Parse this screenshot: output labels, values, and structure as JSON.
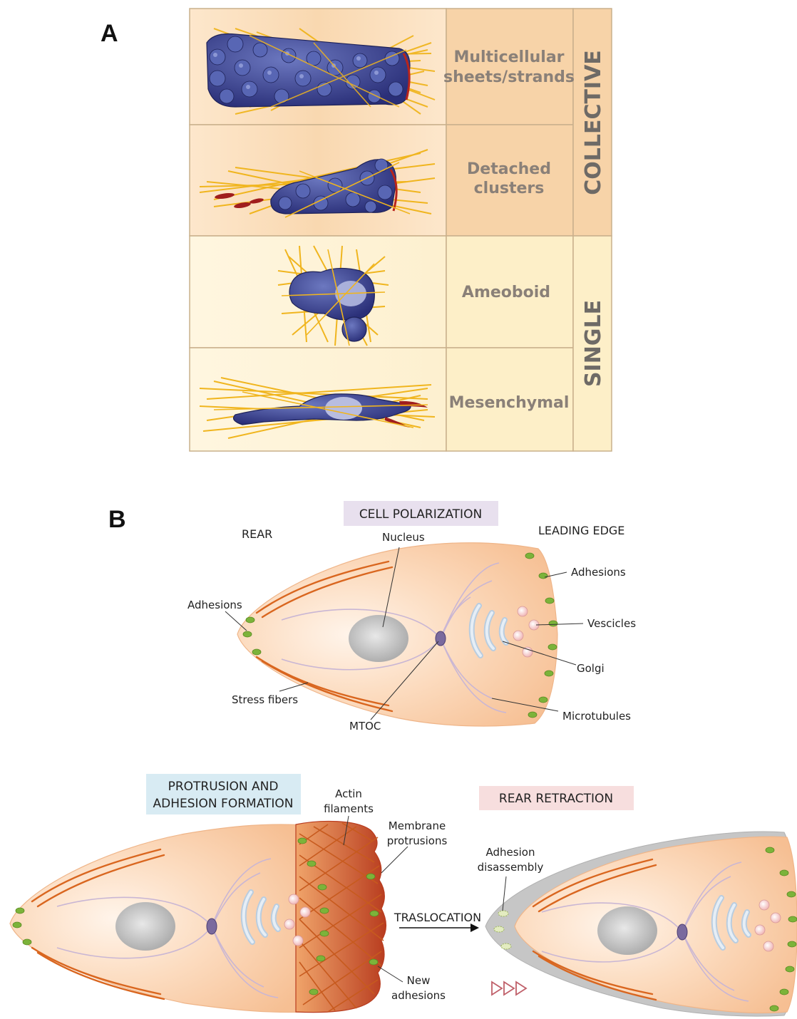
{
  "panel_a": {
    "letter": "A",
    "rows": [
      {
        "line1": "Multicellular",
        "line2": "sheets/strands"
      },
      {
        "line1": "Detached",
        "line2": "clusters"
      },
      {
        "line1": "Ameoboid",
        "line2": ""
      },
      {
        "line1": "Mesenchymal",
        "line2": ""
      }
    ],
    "groups": {
      "collective": "COLLECTIVE",
      "single": "SINGLE"
    }
  },
  "panel_b": {
    "letter": "B",
    "polarization": {
      "title": "CELL POLARIZATION",
      "rear": "REAR",
      "leading_edge": "LEADING EDGE",
      "nucleus": "Nucleus",
      "adhesions_right": "Adhesions",
      "adhesions_left": "Adhesions",
      "vescicles": "Vescicles",
      "golgi": "Golgi",
      "stress_fibers": "Stress fibers",
      "mtoc": "MTOC",
      "microtubules": "Microtubules"
    },
    "protrusion": {
      "title_line1": "PROTRUSION AND",
      "title_line2": "ADHESION FORMATION",
      "actin_line1": "Actin",
      "actin_line2": "filaments",
      "membrane_line1": "Membrane",
      "membrane_line2": "protrusions",
      "new_line1": "New",
      "new_line2": "adhesions"
    },
    "translocation": "TRASLOCATION",
    "retraction": {
      "title": "REAR RETRACTION",
      "disassembly_line1": "Adhesion",
      "disassembly_line2": "disassembly"
    }
  },
  "colors": {
    "collective_bg": "#f7d3a8",
    "single_bg": "#fdefc8",
    "cell_fill": "#fad2b0",
    "stress_fiber": "#d9661f",
    "adhesion": "#7cb33a",
    "polarization_box": "#e8e0ee",
    "protrusion_box": "#d8ebf3",
    "retraction_box": "#f7dede"
  }
}
